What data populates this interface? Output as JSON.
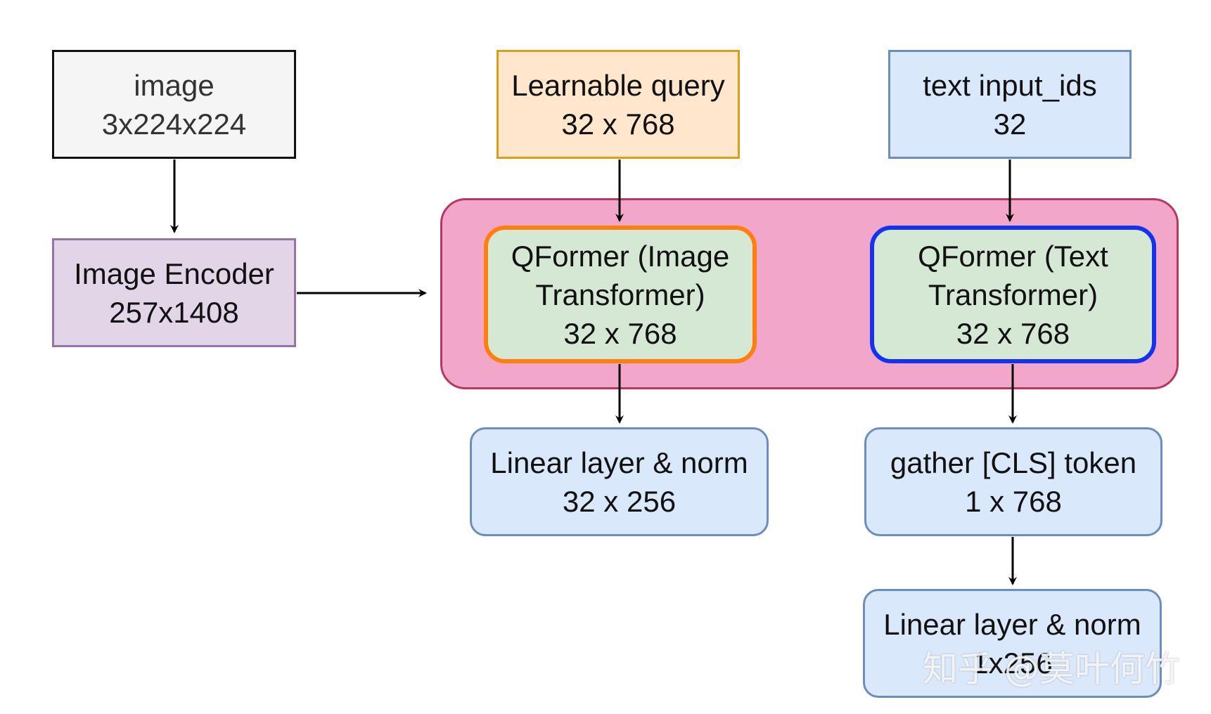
{
  "nodes": {
    "image": {
      "line1": "image",
      "line2": "3x224x224"
    },
    "image_encoder": {
      "line1": "Image Encoder",
      "line2": "257x1408"
    },
    "learnable_query": {
      "line1": "Learnable query",
      "line2": "32 x 768"
    },
    "text_input": {
      "line1": "text input_ids",
      "line2": "32"
    },
    "qformer_image": {
      "line1": "QFormer (Image",
      "line2": "Transformer)",
      "line3": "32 x 768"
    },
    "qformer_text": {
      "line1": "QFormer (Text",
      "line2": "Transformer)",
      "line3": "32 x 768"
    },
    "linear_image": {
      "line1": "Linear layer & norm",
      "line2": "32 x 256"
    },
    "gather_cls": {
      "line1": "gather [CLS] token",
      "line2": "1 x 768"
    },
    "linear_text": {
      "line1": "Linear layer & norm",
      "line2": "1x256"
    }
  },
  "watermark": "知乎 @莫叶何竹",
  "colors": {
    "image_fill": "#f5f5f5",
    "encoder_fill": "#e1d5e7",
    "encoder_stroke": "#9673a6",
    "query_fill": "#ffe6cc",
    "query_stroke": "#d6a11a",
    "blue_fill": "#dae8fc",
    "blue_stroke": "#6c8ebf",
    "container_fill": "#f2a6c9",
    "container_stroke": "#b5395f",
    "qformer_fill": "#d5e8d4",
    "qformer_image_stroke": "#ff7f0e",
    "qformer_text_stroke": "#1433f0"
  }
}
